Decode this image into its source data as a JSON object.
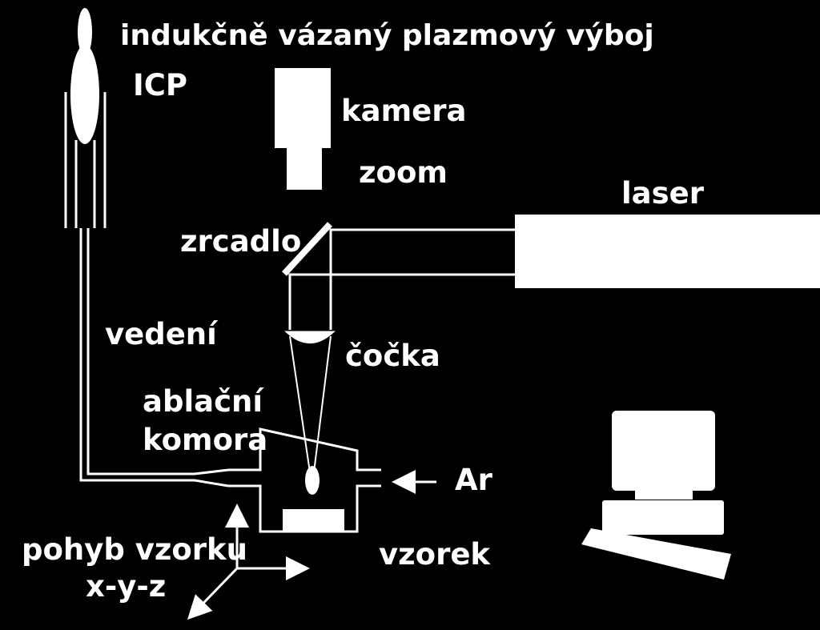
{
  "labels": {
    "plasma": "indukčně vázaný plazmový výboj",
    "icp": "ICP",
    "camera": "kamera",
    "zoom": "zoom",
    "laser": "laser",
    "mirror": "zrcadlo",
    "transport": "vedení",
    "lens": "čočka",
    "chamber_line1": "ablační",
    "chamber_line2": "komora",
    "argon": "Ar",
    "sample_motion_line1": "pohyb vzorku",
    "sample_motion_line2": "x-y-z",
    "sample": "vzorek"
  },
  "colors": {
    "background": "#000000",
    "foreground": "#ffffff"
  }
}
